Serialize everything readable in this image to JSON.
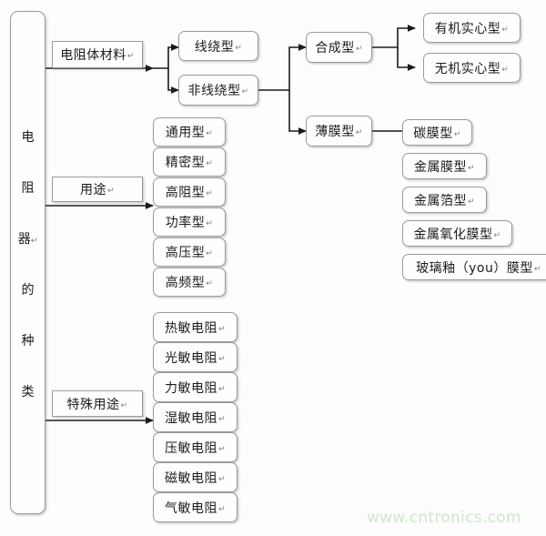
{
  "diagram": {
    "title": "电阻器的种类",
    "root": {
      "label_chars": [
        "电",
        "阻",
        "器",
        "的",
        "种",
        "类"
      ],
      "mark_after_index": 2,
      "mark": "↵"
    },
    "criteria": [
      {
        "id": "material",
        "label": "电阻体材料",
        "mark": "↵"
      },
      {
        "id": "usage",
        "label": "用途",
        "mark": "↵"
      },
      {
        "id": "special",
        "label": "特殊用途",
        "mark": "↵"
      }
    ],
    "material_children": [
      {
        "label": "线绕型",
        "mark": "↵"
      },
      {
        "label": "非线绕型",
        "mark": "↵"
      }
    ],
    "nonwound_children": [
      {
        "label": "合成型",
        "mark": "↵"
      },
      {
        "label": "薄膜型",
        "mark": "↵"
      }
    ],
    "synthetic_children": [
      {
        "label": "有机实心型",
        "mark": "↵"
      },
      {
        "label": "无机实心型",
        "mark": "↵"
      }
    ],
    "film_children": [
      {
        "label": "碳膜型",
        "mark": "↵"
      },
      {
        "label": "金属膜型",
        "mark": "↵"
      },
      {
        "label": "金属箔型",
        "mark": "↵"
      },
      {
        "label": "金属氧化膜型",
        "mark": "↵"
      },
      {
        "label": "玻璃釉（you）膜型",
        "mark": "↵"
      }
    ],
    "usage_children": [
      {
        "label": "通用型",
        "mark": "↵"
      },
      {
        "label": "精密型",
        "mark": "↵"
      },
      {
        "label": "高阻型",
        "mark": "↵"
      },
      {
        "label": "功率型",
        "mark": "↵"
      },
      {
        "label": "高压型",
        "mark": "↵"
      },
      {
        "label": "高频型",
        "mark": "↵"
      }
    ],
    "special_children": [
      {
        "label": "热敏电阻",
        "mark": "↵"
      },
      {
        "label": "光敏电阻",
        "mark": "↵"
      },
      {
        "label": "力敏电阻",
        "mark": "↵"
      },
      {
        "label": "湿敏电阻",
        "mark": "↵"
      },
      {
        "label": "压敏电阻",
        "mark": "↵"
      },
      {
        "label": "磁敏电阻",
        "mark": "↵"
      },
      {
        "label": "气敏电阻",
        "mark": "↵"
      }
    ]
  },
  "watermark": {
    "text": "www.cntronics.com",
    "color": "#cfe6cc"
  },
  "colors": {
    "box_border": "#9b9b9b",
    "box_fill": "#fefefe",
    "line": "#1b1b1b",
    "text": "#1b1b1b"
  }
}
